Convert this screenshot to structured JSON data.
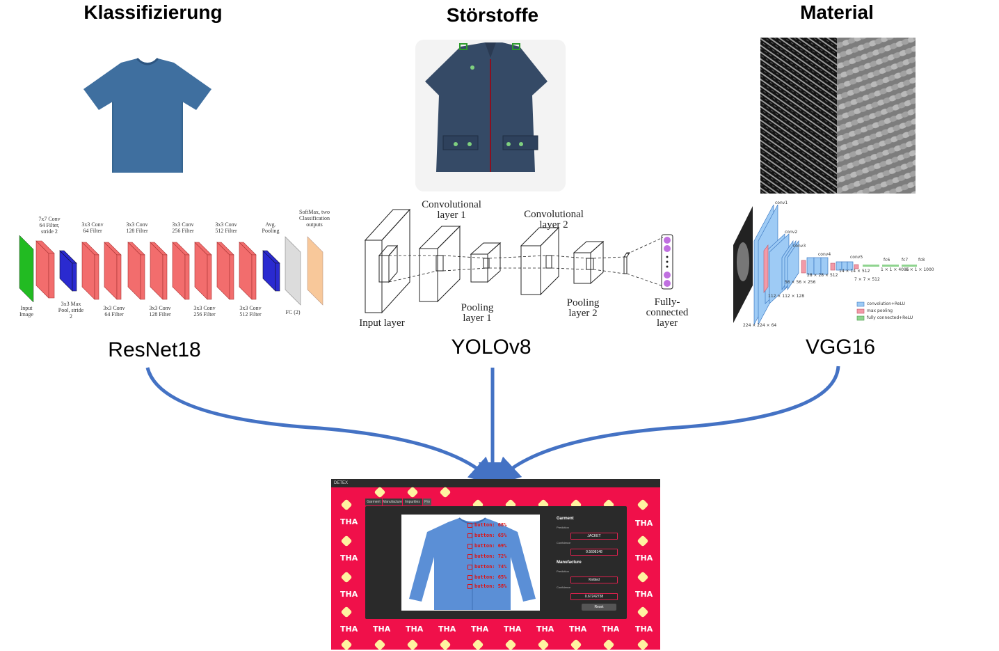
{
  "columns": [
    {
      "title": "Klassifizierung",
      "model": "ResNet18"
    },
    {
      "title": "Störstoffe",
      "model": "YOLOv8"
    },
    {
      "title": "Material",
      "model": "VGG16"
    }
  ],
  "resnet": {
    "top_labels": [
      "7x7 Conv\n64 Filter,\nstride 2",
      "3x3 Conv\n64 Filter",
      "3x3 Conv\n128 Filter",
      "3x3 Conv\n256 Filter",
      "3x3 Conv\n512 Filter",
      "Avg.\nPooling",
      "SoftMax, two\nClassification\noutputs"
    ],
    "bottom_labels": [
      "Input\nImage",
      "3x3 Max\nPool, stride\n2",
      "3x3 Conv\n64 Filter",
      "3x3 Conv\n128 Filter",
      "3x3 Conv\n256 Filter",
      "3x3 Conv\n512 Filter",
      "FC (2)"
    ]
  },
  "yolo": {
    "labels": [
      "Convolutional\nlayer 1",
      "Convolutional\nlayer 2",
      "Input layer",
      "Pooling\nlayer 1",
      "Pooling\nlayer 2",
      "Fully-\nconnected\nlayer"
    ]
  },
  "vgg": {
    "labels": [
      "conv1",
      "conv2",
      "conv3",
      "conv4",
      "conv5",
      "fc6",
      "fc7",
      "fc8"
    ],
    "sizes": [
      "224 × 224 × 64",
      "112 × 112 × 128",
      "56 × 56 × 256",
      "28 × 28 × 512",
      "14 × 14 × 512",
      "7 × 7 × 512",
      "1 × 1 × 4096",
      "1 × 1 × 1000"
    ],
    "legend": [
      "convolution+ReLU",
      "max pooling",
      "fully connected+ReLU"
    ]
  },
  "app": {
    "title": "DETEX",
    "tabs": [
      "Garment",
      "Manufacture",
      "Impurities",
      "Pro"
    ],
    "logo_text": "THA",
    "detections": [
      "button: 68%",
      "button: 65%",
      "button: 69%",
      "button: 72%",
      "button: 74%",
      "button: 65%",
      "button: 58%"
    ],
    "garment": {
      "heading": "Garment",
      "prediction_label": "Prediction",
      "prediction": "JACKET",
      "confidence_label": "Confidence",
      "confidence": "0.5608148"
    },
    "manufacture": {
      "heading": "Manufacture",
      "prediction_label": "Prediction",
      "prediction": "Knitted",
      "confidence_label": "Confidence",
      "confidence": "0.67242738"
    },
    "reset_label": "Reset"
  },
  "colors": {
    "arrow": "#4472c4",
    "app_bg": "#f0104a",
    "conv": "#f26d6d",
    "pool": "#2222cc",
    "input": "#22bb22",
    "fc": "#f8c89a",
    "vgg_conv": "#9ecbf5"
  }
}
